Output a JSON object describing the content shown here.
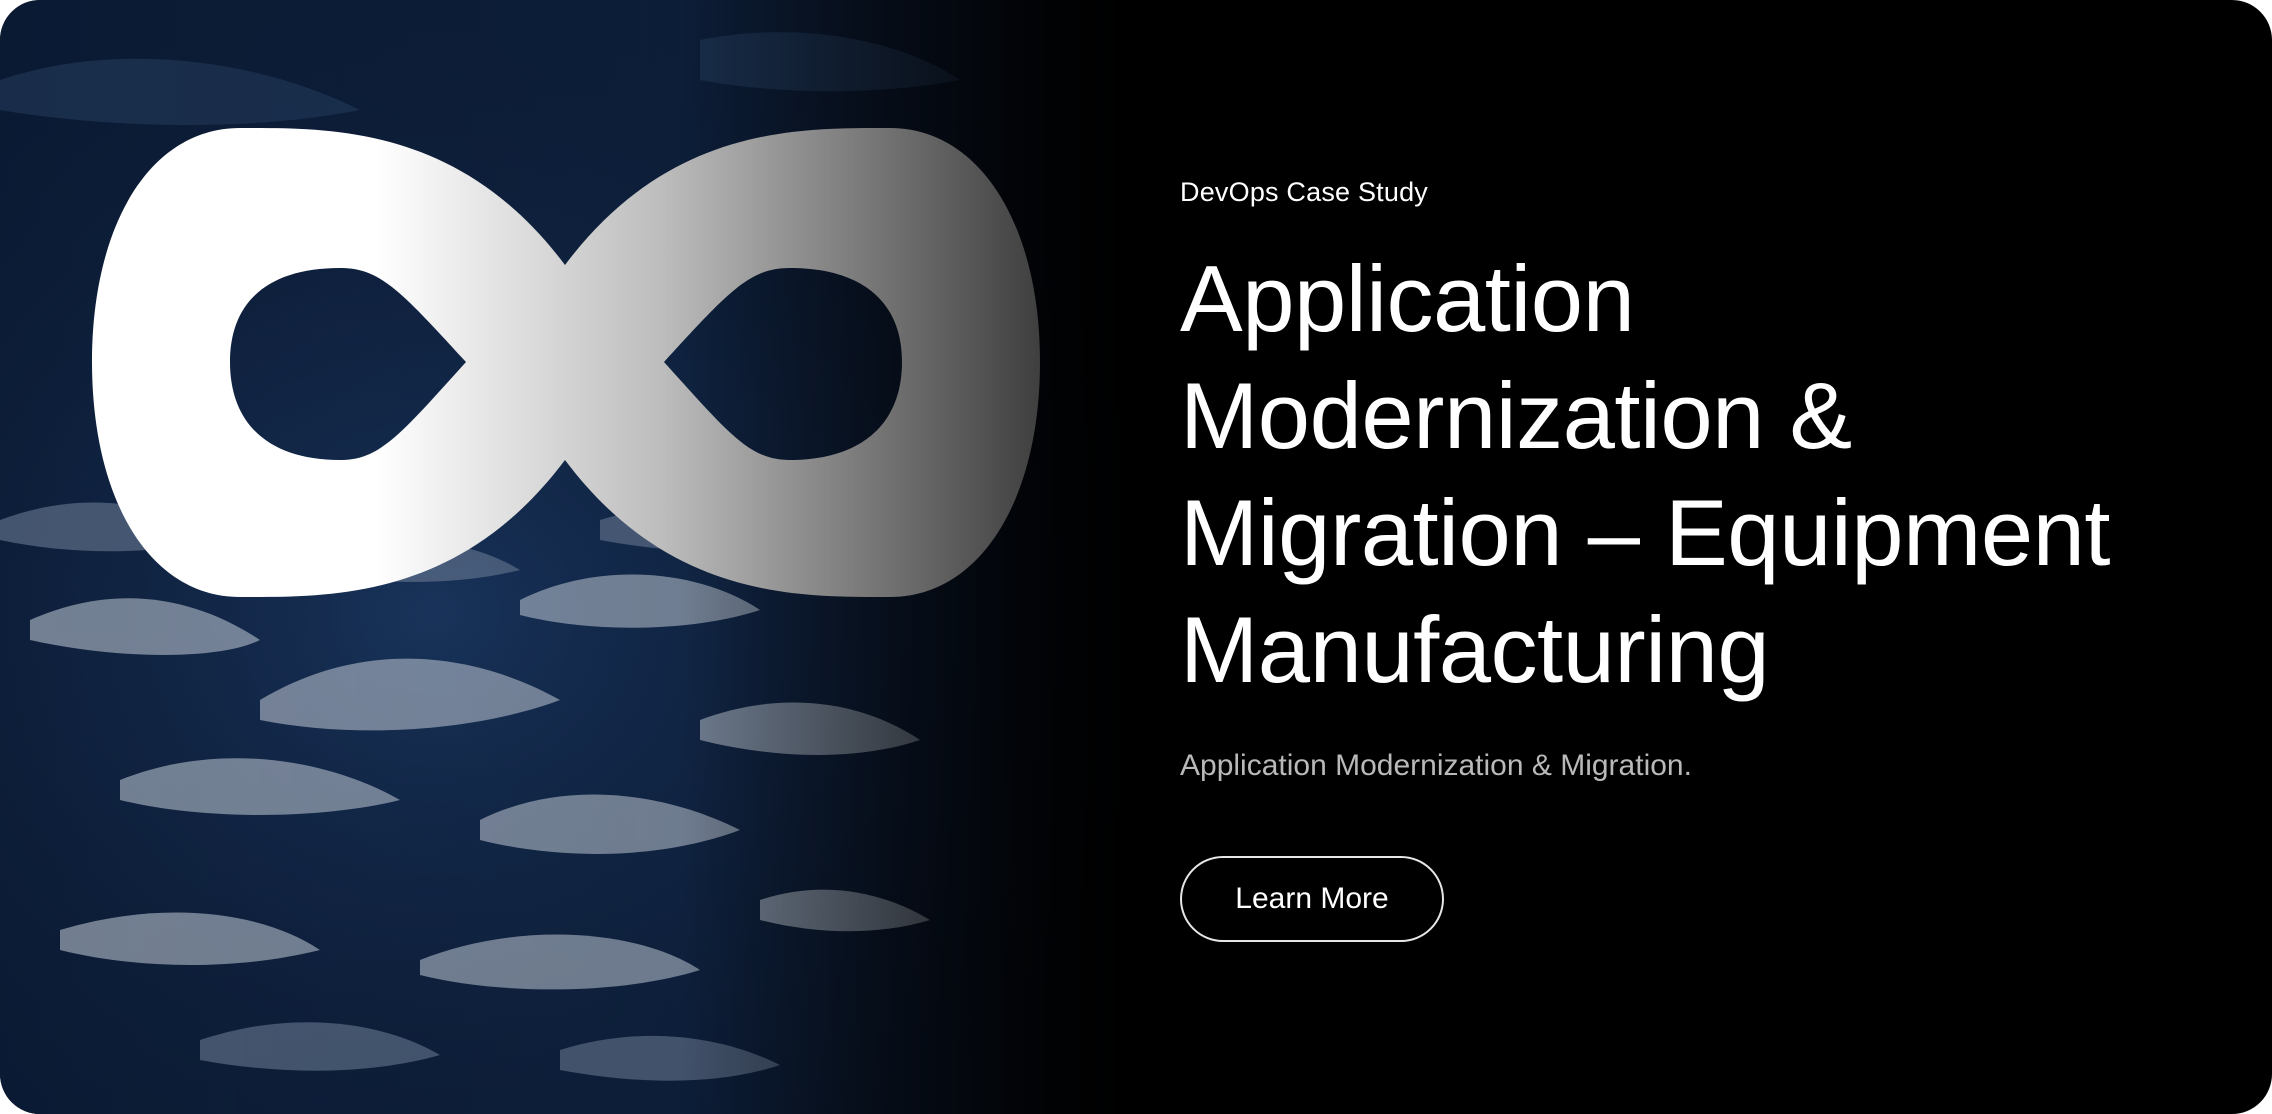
{
  "hero": {
    "eyebrow": "DevOps Case Study",
    "title": "Application Modernization & Migration – Equipment Manufacturing",
    "subtitle": "Application Modernization & Migration.",
    "cta_label": "Learn More",
    "icon": "infinity-icon"
  },
  "colors": {
    "background": "#000000",
    "text": "#ffffff",
    "subtitle": "#b9b9b9",
    "button_border": "#e6e6e6",
    "art_navy": "#0b1a33"
  }
}
